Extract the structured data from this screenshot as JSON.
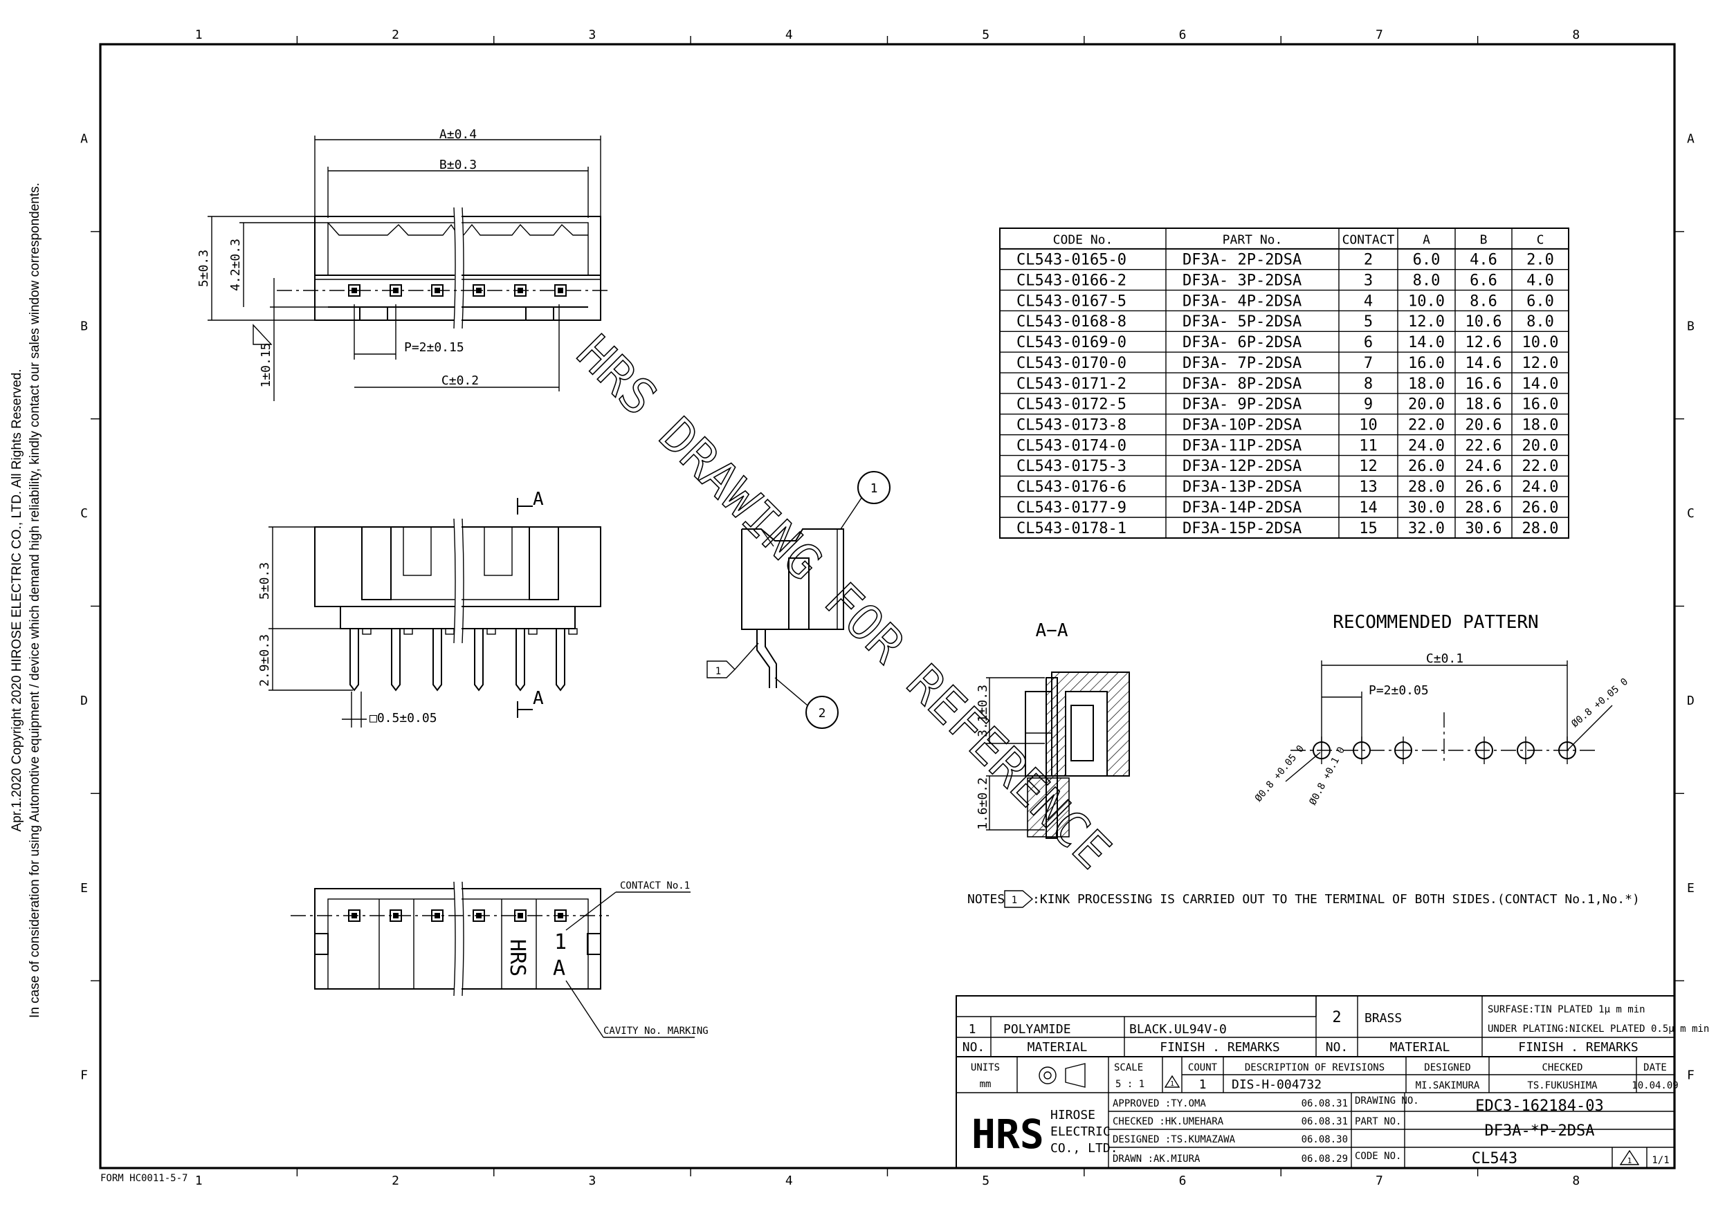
{
  "side_note": {
    "line1": "Apr.1.2020 Copyright 2020 HIROSE ELECTRIC CO., LTD. All Rights Reserved.",
    "line2": "In case of consideration for using Automotive equipment / device which demand high reliability, kindly contact our sales window correspondents."
  },
  "frame": {
    "columns": [
      "1",
      "2",
      "3",
      "4",
      "5",
      "6",
      "7",
      "8"
    ],
    "rows": [
      "A",
      "B",
      "C",
      "D",
      "E",
      "F"
    ],
    "form_number": "FORM HC0011-5-7"
  },
  "watermark": "HRS DRAWING FOR REFERENCE",
  "top_view": {
    "dim_a": "A±0.4",
    "dim_b": "B±0.3",
    "dim_height": "5±0.3",
    "dim_inner": "4.2±0.3",
    "dim_pin": "1±0.15",
    "dim_pitch": "P=2±0.15",
    "dim_c": "C±0.2"
  },
  "front_view": {
    "section_mark": "A",
    "dim_body": "5±0.3",
    "dim_pin_len": "2.9±0.3",
    "dim_pin_size": "□0.5±0.05"
  },
  "side_view": {
    "callout_1": "1",
    "callout_2": "2",
    "note_flag": "1"
  },
  "section_view": {
    "title": "A−A",
    "dim_upper": "3.1±0.3",
    "dim_lower": "1.6±0.2"
  },
  "bottom_view": {
    "contact_label": "CONTACT No.1",
    "cavity_label": "CAVITY No. MARKING",
    "mark_one": "1",
    "mark_a": "A",
    "logo": "HRS"
  },
  "table": {
    "headers": [
      "CODE No.",
      "PART No.",
      "CONTACT",
      "A",
      "B",
      "C"
    ],
    "rows": [
      [
        "CL543-0165-0",
        "DF3A- 2P-2DSA",
        "2",
        "6.0",
        "4.6",
        "2.0"
      ],
      [
        "CL543-0166-2",
        "DF3A- 3P-2DSA",
        "3",
        "8.0",
        "6.6",
        "4.0"
      ],
      [
        "CL543-0167-5",
        "DF3A- 4P-2DSA",
        "4",
        "10.0",
        "8.6",
        "6.0"
      ],
      [
        "CL543-0168-8",
        "DF3A- 5P-2DSA",
        "5",
        "12.0",
        "10.6",
        "8.0"
      ],
      [
        "CL543-0169-0",
        "DF3A- 6P-2DSA",
        "6",
        "14.0",
        "12.6",
        "10.0"
      ],
      [
        "CL543-0170-0",
        "DF3A- 7P-2DSA",
        "7",
        "16.0",
        "14.6",
        "12.0"
      ],
      [
        "CL543-0171-2",
        "DF3A- 8P-2DSA",
        "8",
        "18.0",
        "16.6",
        "14.0"
      ],
      [
        "CL543-0172-5",
        "DF3A- 9P-2DSA",
        "9",
        "20.0",
        "18.6",
        "16.0"
      ],
      [
        "CL543-0173-8",
        "DF3A-10P-2DSA",
        "10",
        "22.0",
        "20.6",
        "18.0"
      ],
      [
        "CL543-0174-0",
        "DF3A-11P-2DSA",
        "11",
        "24.0",
        "22.6",
        "20.0"
      ],
      [
        "CL543-0175-3",
        "DF3A-12P-2DSA",
        "12",
        "26.0",
        "24.6",
        "22.0"
      ],
      [
        "CL543-0176-6",
        "DF3A-13P-2DSA",
        "13",
        "28.0",
        "26.6",
        "24.0"
      ],
      [
        "CL543-0177-9",
        "DF3A-14P-2DSA",
        "14",
        "30.0",
        "28.6",
        "26.0"
      ],
      [
        "CL543-0178-1",
        "DF3A-15P-2DSA",
        "15",
        "32.0",
        "30.6",
        "28.0"
      ]
    ]
  },
  "pattern": {
    "title": "RECOMMENDED PATTERN",
    "dim_c": "C±0.1",
    "dim_pitch": "P=2±0.05",
    "hole_a": "Ø0.8 +0.05 0",
    "hole_b": "Ø0.8 +0.1 0",
    "hole_c": "Ø0.8 +0.05 0"
  },
  "notes": {
    "label": "NOTES",
    "flag": "1",
    "text": ":KINK PROCESSING IS CARRIED OUT TO THE TERMINAL OF BOTH SIDES.(CONTACT No.1,No.*)"
  },
  "material_table": {
    "row2": {
      "no": "2",
      "material": "BRASS",
      "finish1": "SURFASE:TIN PLATED 1μ m min",
      "finish2": "UNDER PLATING:NICKEL PLATED 0.5μ m min"
    },
    "row1": {
      "no": "1",
      "material": "POLYAMIDE",
      "finish": "BLACK.UL94V-0"
    },
    "hdr_no": "NO.",
    "hdr_material": "MATERIAL",
    "hdr_finish": "FINISH . REMARKS"
  },
  "title_block": {
    "units_label": "UNITS",
    "units": "mm",
    "scale_label": "SCALE",
    "scale": "5 : 1",
    "count_label": "COUNT",
    "count": "1",
    "rev_symbol": "1",
    "desc_label": "DESCRIPTION OF REVISIONS",
    "desc": "DIS-H-004732",
    "designed_label": "DESIGNED",
    "designed": "MI.SAKIMURA",
    "checked_label": "CHECKED",
    "checked": "TS.FUKUSHIMA",
    "date_label": "DATE",
    "date": "10.04.09",
    "approved": "APPROVED :TY.OMA",
    "approved_date": "06.08.31",
    "checked_by": "CHECKED :HK.UMEHARA",
    "checked_date": "06.08.31",
    "designed_by": "DESIGNED :TS.KUMAZAWA",
    "designed_date": "06.08.30",
    "drawn_by": "DRAWN :AK.MIURA",
    "drawn_date": "06.08.29",
    "company1": "HIROSE",
    "company2": "ELECTRIC",
    "company3": "CO., LTD.",
    "logo": "HRS",
    "drawing_no_label": "DRAWING NO.",
    "drawing_no": "EDC3-162184-03",
    "part_no_label": "PART NO.",
    "part_no": "DF3A-*P-2DSA",
    "code_no_label": "CODE NO.",
    "code_no": "CL543",
    "rev": "1",
    "sheet": "1/1"
  }
}
